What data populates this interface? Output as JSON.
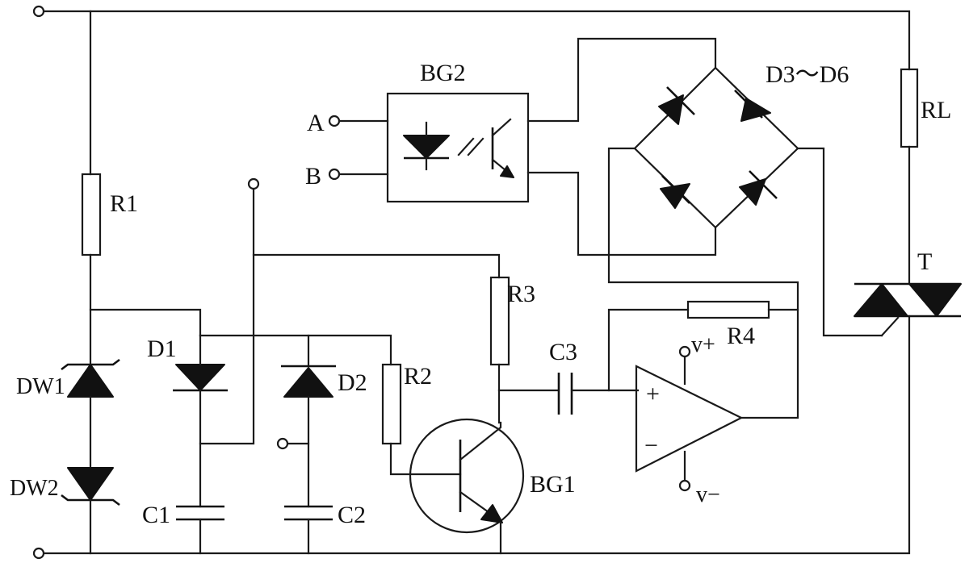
{
  "labels": {
    "r1": "R1",
    "r2": "R2",
    "r3": "R3",
    "r4": "R4",
    "rl": "RL",
    "d1": "D1",
    "d2": "D2",
    "d3_d6": "D3～D6",
    "dw1": "DW1",
    "dw2": "DW2",
    "c1": "C1",
    "c2": "C2",
    "c3": "C3",
    "bg1": "BG1",
    "bg2": "BG2",
    "t": "T",
    "a": "A",
    "b": "B",
    "vplus": "v+",
    "vminus": "v−",
    "op_plus": "+",
    "op_minus": "−"
  }
}
